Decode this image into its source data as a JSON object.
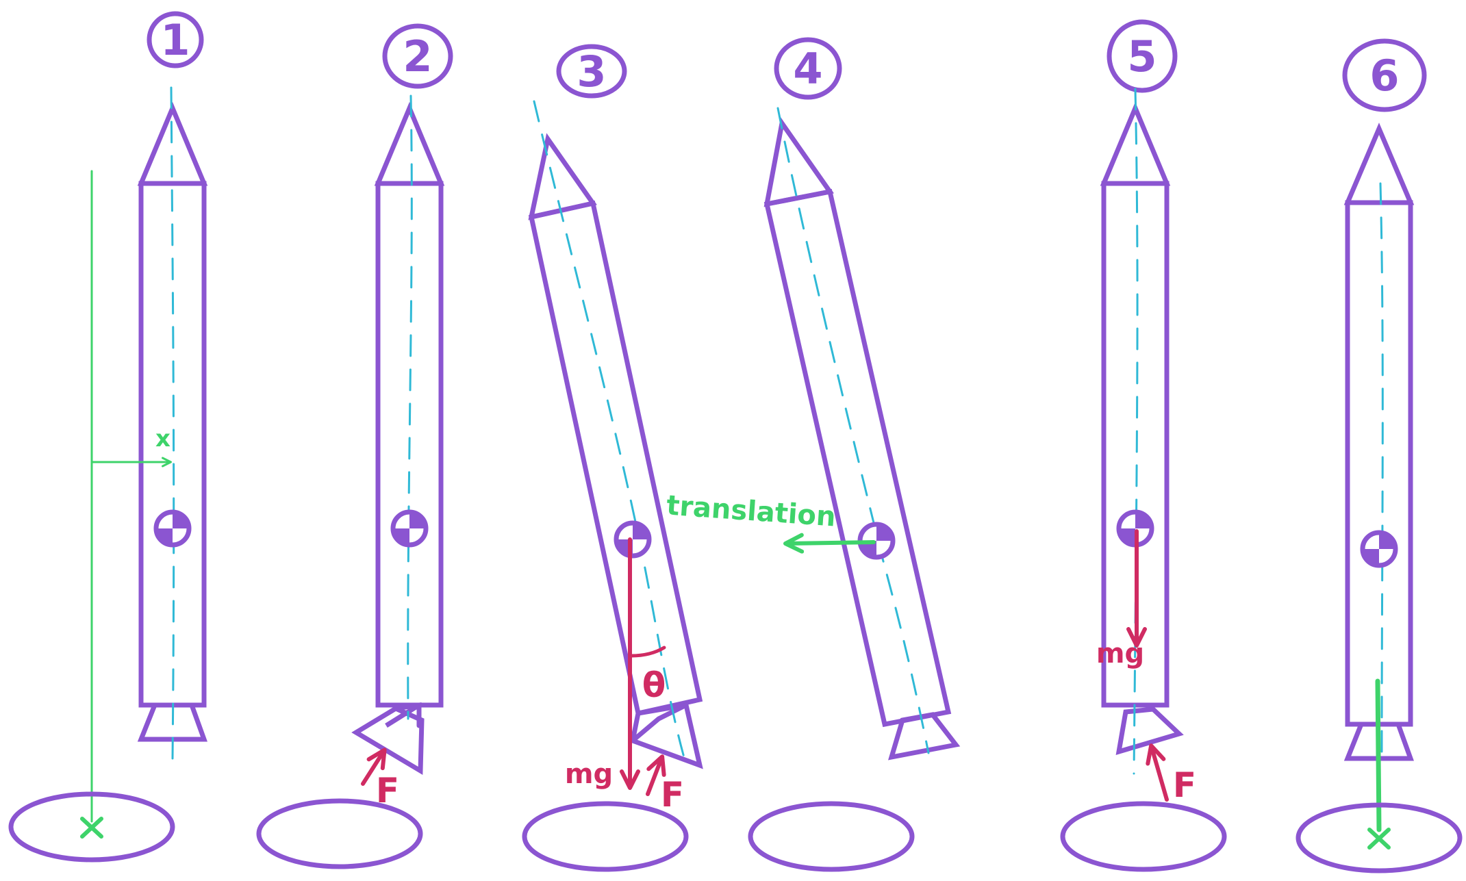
{
  "colors": {
    "outline": "#8B55D1",
    "axis": "#2FB9D6",
    "force": "#D02B62",
    "motion": "#3ED36A",
    "background": "#FFFFFF"
  },
  "steps": [
    {
      "number": "1",
      "labels": {
        "displacement": "x"
      }
    },
    {
      "number": "2",
      "labels": {
        "force": "F"
      }
    },
    {
      "number": "3",
      "labels": {
        "weight": "mg",
        "force": "F",
        "angle": "θ"
      }
    },
    {
      "number": "4",
      "labels": {
        "translation": "translation"
      }
    },
    {
      "number": "5",
      "labels": {
        "weight": "mg",
        "force": "F"
      }
    },
    {
      "number": "6",
      "labels": {}
    }
  ],
  "icons": [
    "center-of-mass-icon",
    "landing-target-icon"
  ]
}
